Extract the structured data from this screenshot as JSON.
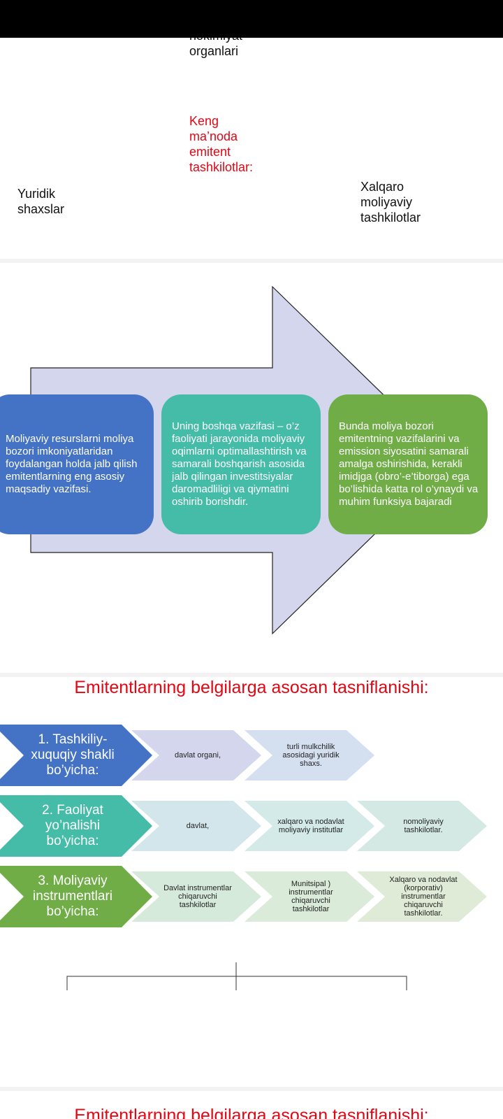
{
  "slide1": {
    "partial_top": "hokimiyat",
    "partial_bottom": "organlari",
    "center_title": "Keng ma’noda emitent tashkilotlar:",
    "left_label": "Yuridik shaxslar",
    "right_label": "Xalqaro moliyaviy tashkilotlar"
  },
  "slide2": {
    "box1": "Moliyaviy resurslarni moliya bozori imkoniyatlaridan foydalangan holda jalb qilish emitentlarning eng asosiy maqsadiy vazifasi.",
    "box2": "Uning boshqa vazifasi – o’z faoliyati jarayonida moliyaviy oqimlarni optimallashtirish va samarali boshqarish asosida jalb qilingan investitsiyalar daromadliligi va qiymatini oshirib borishdir.",
    "box3": "Bunda moliya bozori emitentning vazifalarini va emission siyosatini samarali amalga oshirishida, kerakli imidjga (obro’-e’tiborga) ega bo’lishida katta rol o’ynaydi va muhim funksiya bajaradi",
    "colors": {
      "arrow": "#d3d6ec",
      "box1": "#4472c4",
      "box2": "#45bca8",
      "box3": "#70ad47"
    }
  },
  "slide3": {
    "title": "Emitentlarning belgilarga asosan tasniflanishi:",
    "rows": [
      {
        "header": "1. Tashkiliy-xuquqiy shakli bo’yicha:",
        "items": [
          "davlat organi,",
          "turli mulkchilik asosidagi yuridik shaxs."
        ]
      },
      {
        "header": "2. Faoliyat yo’nalishi bo’yicha:",
        "items": [
          "davlat,",
          "xalqaro va nodavlat moliyaviy institutlar",
          "nomoliyaviy tashkilotlar."
        ]
      },
      {
        "header": "3. Moliyaviy instrumentlari bo’yicha:",
        "items": [
          "Davlat instrumentlar chiqaruvchi tashkilotlar",
          "Munitsipal ) instrumentlar chiqaruvchi tashkilotlar",
          "Xalqaro va nodavlat (korporativ) instrumentlar chiqaruvchi tashkilotlar."
        ]
      }
    ],
    "colors": {
      "row1": "#4472c4",
      "row2": "#45bca8",
      "row3": "#70ad47"
    }
  },
  "slide4": {
    "title": "Emitentlarning belgilarga asosan tasniflanishi:"
  }
}
